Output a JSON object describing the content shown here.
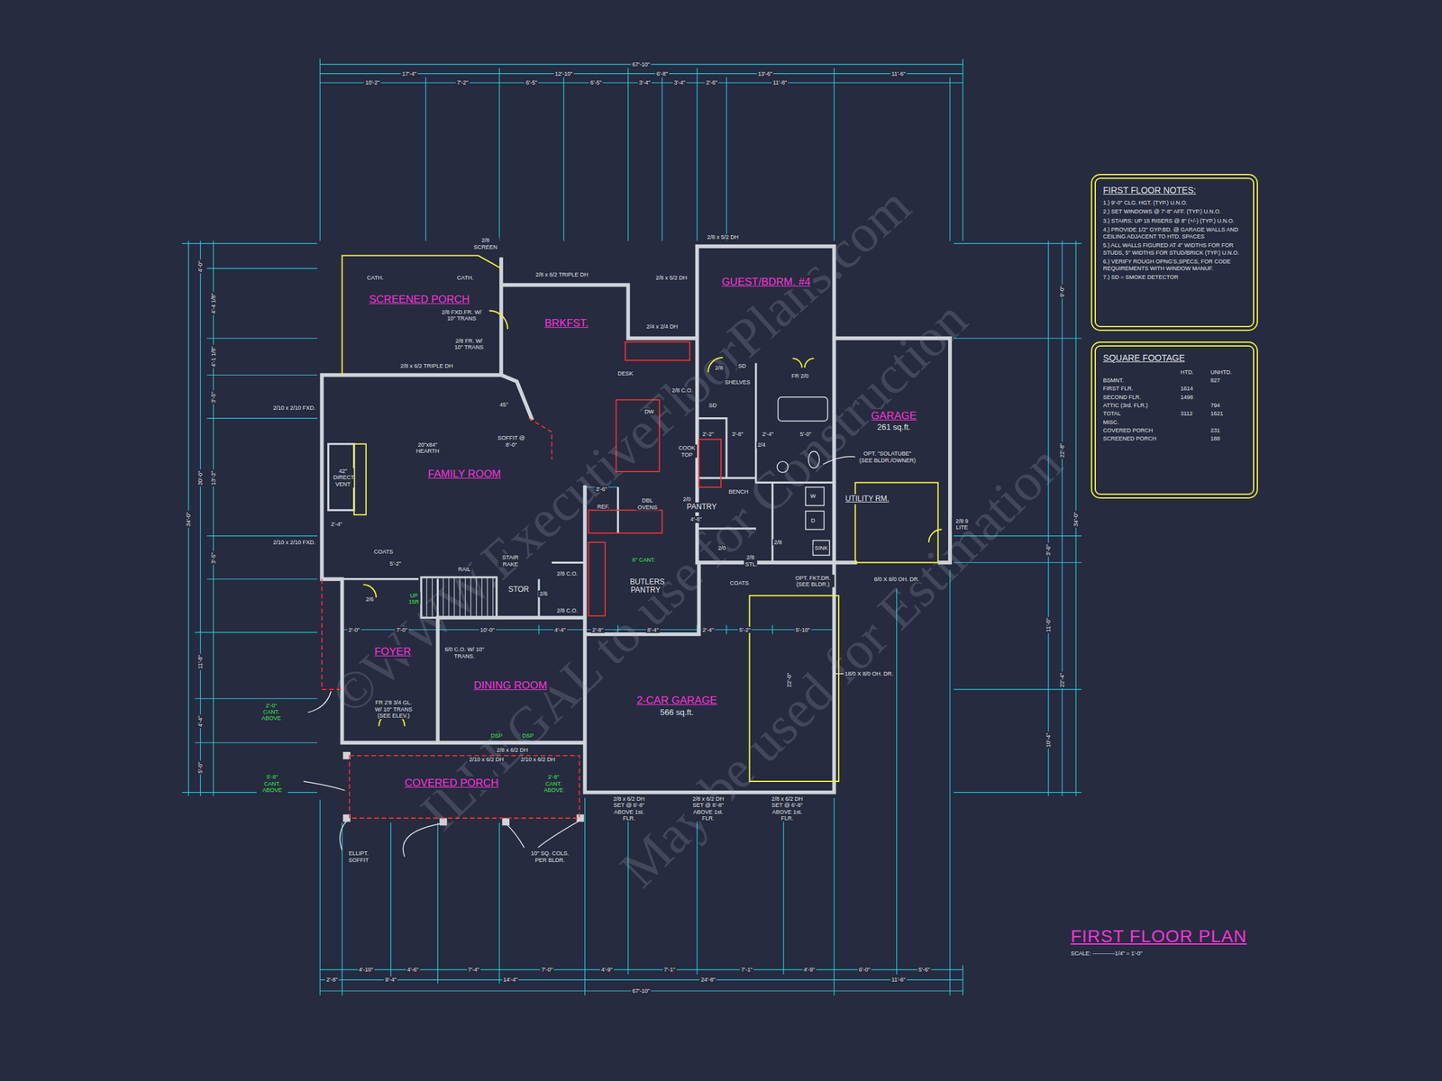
{
  "diagram": {
    "title": "FIRST FLOOR PLAN",
    "nodes": [
      {
        "text": [
          "FIRST FLOOR NOTES:",
          "1.) 9'-0\" CLG. HGT. (TYP.) U.N.O.",
          "2.) SET WINDOWS @ 7'-8\" AFF. (TYP.) U.N.O.",
          "3.) STAIRS: UP 15 RISERS @ 8\" (+/-) (TYP.) U.N.O.",
          "4.) PROVIDE 1/2\" GYP.BD. @ GARAGE WALLS AND CEILING ADJACENT TO HTD. SPACES",
          "5.) ALL WALLS FIGURED AT 4\" WIDTHS FOR FOR STUDS, 5\" WIDTHS FOR STUD/BRICK (TYP.) U.N.O.",
          "6.) VERIFY ROUGH OPNG'S,SPECS, FOR CODE REQUIREMENTS WITH WINDOW MANUF.",
          "7.) SD = SMOKE DETECTOR"
        ]
      },
      {
        "text": [
          "SQUARE FOOTAGE",
          "HTD.",
          "UNHTD.",
          "BSMNT.",
          "827",
          "FIRST FLR.",
          "1614",
          "SECOND FLR.",
          "1498",
          "ATTIC (3rd. FLR.)",
          "794",
          "TOTAL",
          "3112",
          "1621",
          "MISC.",
          "COVERED PORCH",
          "231",
          "SCREENED PORCH",
          "188"
        ]
      },
      {
        "text": [
          "SCREENED PORCH"
        ]
      },
      {
        "text": [
          "BRKFST."
        ]
      },
      {
        "text": [
          "GUEST/BDRM. #4"
        ]
      },
      {
        "text": [
          "FAMILY ROOM"
        ]
      },
      {
        "text": [
          "GARAGE",
          "261 sq.ft."
        ]
      },
      {
        "text": [
          "UTILITY RM."
        ]
      },
      {
        "text": [
          "PANTRY"
        ]
      },
      {
        "text": [
          "BUTLERS PANTRY"
        ]
      },
      {
        "text": [
          "STOR"
        ]
      },
      {
        "text": [
          "FOYER"
        ]
      },
      {
        "text": [
          "DINING ROOM"
        ]
      },
      {
        "text": [
          "2-CAR GARAGE",
          "566 sq.ft."
        ]
      },
      {
        "text": [
          "COVERED PORCH"
        ]
      }
    ],
    "labels": [
      "67'-10\"",
      "17'-4\"",
      "12'-10\"",
      "6'-8\"",
      "13'-6\"",
      "11'-6\"",
      "10'-2\"",
      "7'-2\"",
      "6'-5\"",
      "6'-5\"",
      "3'-4\"",
      "3'-4\"",
      "2'-6\"",
      "11'-8\"",
      "4'-10\"",
      "4'-6\"",
      "7'-4\"",
      "7'-0\"",
      "4'-9\"",
      "7'-1\"",
      "7'-1\"",
      "4'-9\"",
      "6'-0\"",
      "5'-6\"",
      "2'-8\"",
      "9'-4\"",
      "14'-4\"",
      "24'-8\"",
      "11'-6\"",
      "67'-10\"",
      "34'-0\"",
      "30'-0\"",
      "4'-0\"",
      "4'-4 1/8\"",
      "4'-1 1/8\"",
      "3'-5\"",
      "13'-2\"",
      "3'-5\"",
      "11'-8\"",
      "4'-4\"",
      "5'-0\"",
      "34'-0\"",
      "9'-0\"",
      "22'-8\"",
      "3'-6\"",
      "11'-0\"",
      "22'-4\"",
      "10'-4\"",
      "2/8 SCREEN",
      "CATH.",
      "CATH.",
      "2/8 x 6/2 TRIPLE DH",
      "2/8 x 5/2 DH",
      "2/8 x 5/2 DH",
      "2/4 x 2/4 DH",
      "2/8 FXD.FR. W/ 10\" TRANS",
      "2/8 FR. W/ 10\" TRANS",
      "2/8 x 6/2 TRIPLE DH",
      "2/10 x 2/10 FXD.",
      "2/10 x 2/10 FXD.",
      "20\"x84\" HEARTH",
      "42\" DIRECT VENT",
      "2'-4\"",
      "SOFFIT @ 8'-0\"",
      "45°",
      "DESK",
      "2/8 C.O.",
      "DW",
      "COOK TOP",
      "2/0",
      "4'-6\"",
      "REF.",
      "DBL OVENS",
      "3'-6\"",
      "6\" CANT.",
      "2/8 C.O.",
      "2/6",
      "2/8 C.O.",
      "STAIR RAKE",
      "RAIL",
      "5'-2\"",
      "2/6",
      "UP 15R",
      "2'-0\"",
      "7'-0\"",
      "10'-0\"",
      "4'-4\"",
      "2'-8\"",
      "8'-4\"",
      "2'-4\"",
      "5'-2\"",
      "5'-10\"",
      "6/0 C.O. W/ 10\" TRANS.",
      "FR 2'8 3/4 GL. W/ 10\" TRANS (SEE ELEV.)",
      "2'-0\" CANT. ABOVE",
      "DSP",
      "DSP",
      "2/8 x 6/2 DH",
      "2/10 x 6/2 DH",
      "2/10 x 6/2 DH",
      "5'-8\" CANT. ABOVE",
      "2'-8\" CANT. ABOVE",
      "ELLIPT. SOFFIT",
      "10\" SQ. COLS. PER BLDR.",
      "2/8 x 6/2 DH SET @ 6'-8\" ABOVE 1st. FLR.",
      "2/8 x 6/2 DH SET @ 6'-8\" ABOVE 1st. FLR.",
      "2/8 x 6/2 DH SET @ 6'-8\" ABOVE 1st. FLR.",
      "18/0 X 8/0 OH. DR.",
      "8/0 X 8/0 OH. DR.",
      "2/8 9 LITE",
      "OPT. FKT.DR. (SEE BLDR.)",
      "2/8 STL.",
      "2/0",
      "2/8",
      "OPT. \"SOLATUBE\" (SEE BLDR./OWNER)",
      "BENCH",
      "W",
      "D",
      "SINK",
      "2/4",
      "3'-8\"",
      "2'-4\"",
      "5'-0\"",
      "2'-2\"",
      "SHELVES",
      "2/8",
      "FR 2/0",
      "SD",
      "SD",
      "22'-0\"",
      "COATS",
      "COATS",
      "SCALE: ------------1/4\" = 1'-0\"",
      "©WWW.ExecutiveFloorPlans.com",
      "ILLEGAL to use for Construction",
      "May be used for Estimation"
    ]
  }
}
